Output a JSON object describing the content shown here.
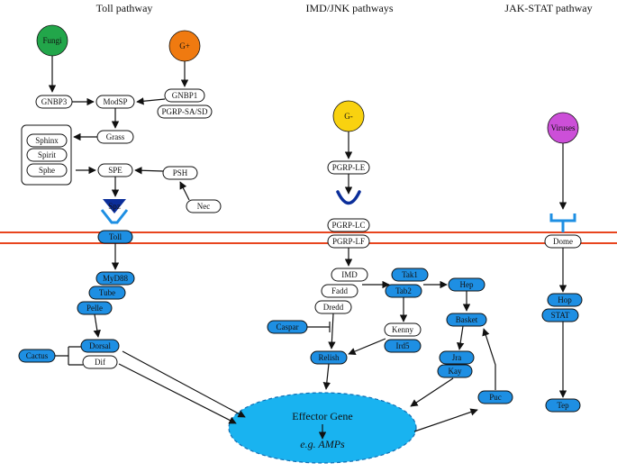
{
  "headers": {
    "toll": "Toll pathway",
    "imd": "IMD/JNK pathways",
    "jak": "JAK-STAT pathway"
  },
  "pathogens": {
    "fungi": "Fungi",
    "gplus": "G+",
    "gminus": "G-",
    "viruses": "Viruses"
  },
  "toll": {
    "gnbp3": "GNBP3",
    "modsp": "ModSP",
    "gnbp1": "GNBP1",
    "pgrp_sa_sd": "PGRP-SA/SD",
    "grass": "Grass",
    "sphinx": "Sphinx",
    "spirit": "Spirit",
    "sphe": "Sphe",
    "spe": "SPE",
    "psh": "PSH",
    "nec": "Nec",
    "spz": "Spz",
    "toll": "Toll",
    "myd88": "MyD88",
    "tube": "Tube",
    "pelle": "Pelle",
    "cactus": "Cactus",
    "dorsal": "Dorsal",
    "dif": "Dif"
  },
  "imd": {
    "pgrp_le": "PGRP-LE",
    "pgrp_lc": "PGRP-LC",
    "pgrp_lf": "PGRP-LF",
    "imd": "IMD",
    "fadd": "Fadd",
    "dredd": "Dredd",
    "caspar": "Caspar",
    "relish": "Relish",
    "tak1": "Tak1",
    "tab2": "Tab2",
    "kenny": "Kenny",
    "ird5": "Ird5",
    "hep": "Hep",
    "basket": "Basket",
    "jra": "Jra",
    "kay": "Kay",
    "puc": "Puc"
  },
  "jak": {
    "dome": "Dome",
    "hop": "Hop",
    "stat": "STAT",
    "tep": "Tep"
  },
  "effector": {
    "title": "Effector Gene",
    "subtitle": "e.g. AMPs"
  },
  "colors": {
    "fungi": "#22a64a",
    "gplus": "#f07a10",
    "gminus": "#f9d20f",
    "viruses": "#cc4fd8",
    "protein_blue": "#1e8fe3",
    "effector_fill": "#19b3f0",
    "membrane": "#e8451e",
    "receptor": "#0b2e9a"
  }
}
